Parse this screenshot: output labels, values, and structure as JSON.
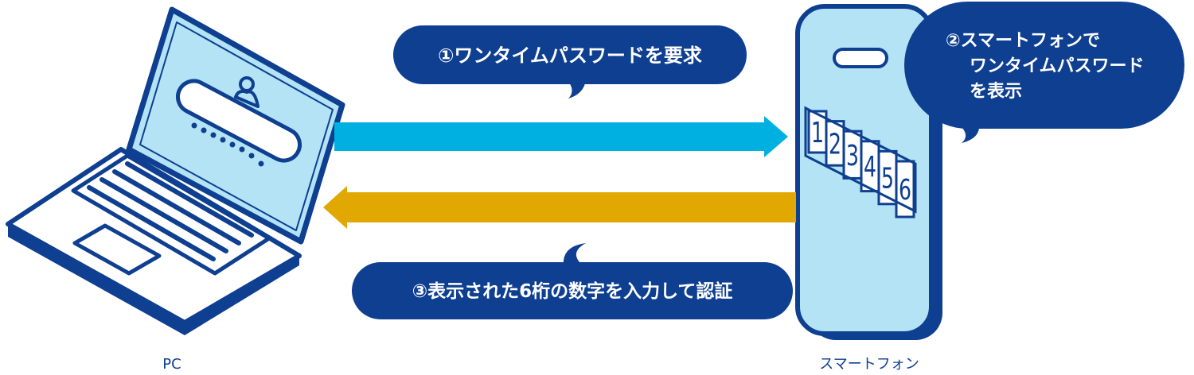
{
  "steps": {
    "step1": "①ワンタイムパスワードを要求",
    "step2_lines": [
      "②スマートフォンで",
      "ワンタイムパスワード",
      "を表示"
    ],
    "step3": "③表示された6桁の数字を入力して認証"
  },
  "labels": {
    "pc": "PC",
    "smartphone": "スマートフォン"
  },
  "otp_digits": [
    "1",
    "2",
    "3",
    "4",
    "5",
    "6"
  ],
  "colors": {
    "navy": "#0e3f91",
    "light_blue": "#b3e3f5",
    "cyan_arrow": "#00b0e0",
    "gold_arrow": "#e0a800",
    "white": "#ffffff"
  }
}
